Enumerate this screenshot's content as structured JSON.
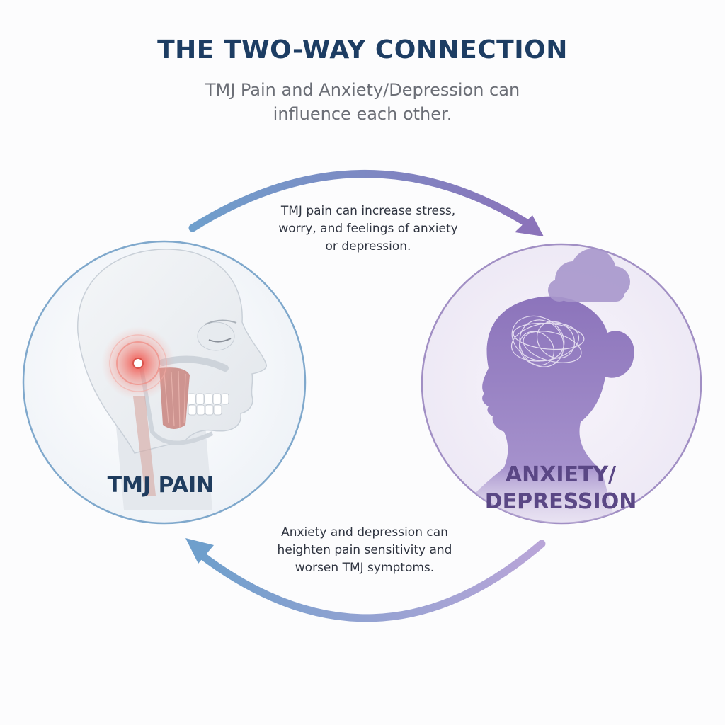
{
  "header": {
    "title": "THE TWO-WAY CONNECTION",
    "subtitle": "TMJ Pain and Anxiety/Depression can influence each other."
  },
  "nodes": {
    "tmj": {
      "label": "TMJ PAIN"
    },
    "anxiety": {
      "label_line1": "ANXIETY/",
      "label_line2": "DEPRESSION"
    }
  },
  "edges": {
    "tmj_to_anxiety": "TMJ pain can increase stress, worry, and feelings of anxiety or depression.",
    "anxiety_to_tmj": "Anxiety and depression can heighten pain sensitivity and worsen TMJ symptoms."
  },
  "colors": {
    "title": "#1d3d63",
    "tmj_accent": "#5b8fc1",
    "anxiety_accent": "#8c74bb",
    "pain_highlight": "#e8403a"
  },
  "icons": {
    "tmj": "head-profile-with-jaw-joint-pain",
    "anxiety": "woman-silhouette-with-tangled-thoughts-and-cloud"
  }
}
